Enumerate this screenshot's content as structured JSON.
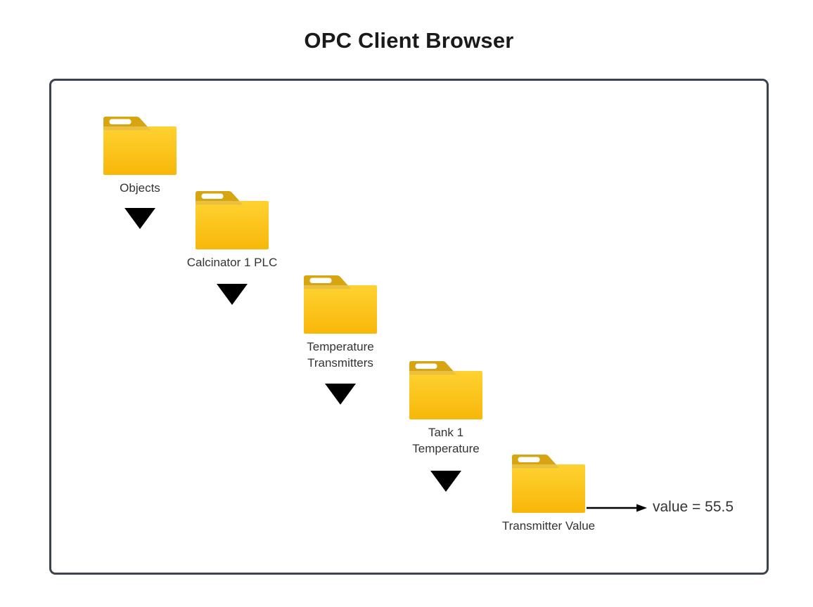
{
  "title": "OPC Client Browser",
  "browser": {
    "nodes": [
      {
        "label": "Objects"
      },
      {
        "label": "Calcinator 1 PLC"
      },
      {
        "label": "Temperature\nTransmitters"
      },
      {
        "label": "Tank 1\nTemperature"
      },
      {
        "label": "Transmitter Value"
      }
    ],
    "value_text": "value = 55.5"
  },
  "icons": {
    "folder": "folder-icon",
    "expand": "expand-arrow-icon",
    "value_pointer": "value-arrow-icon"
  },
  "colors": {
    "folder_tab": "#D7A512",
    "folder_body_top": "#FFD231",
    "folder_body_bottom": "#F8B70A",
    "folder_fold_band": "#E9C13F",
    "panel_border": "#3C434E",
    "label_text": "#333333",
    "title_text": "#1A1A1A",
    "arrow": "#000000"
  }
}
